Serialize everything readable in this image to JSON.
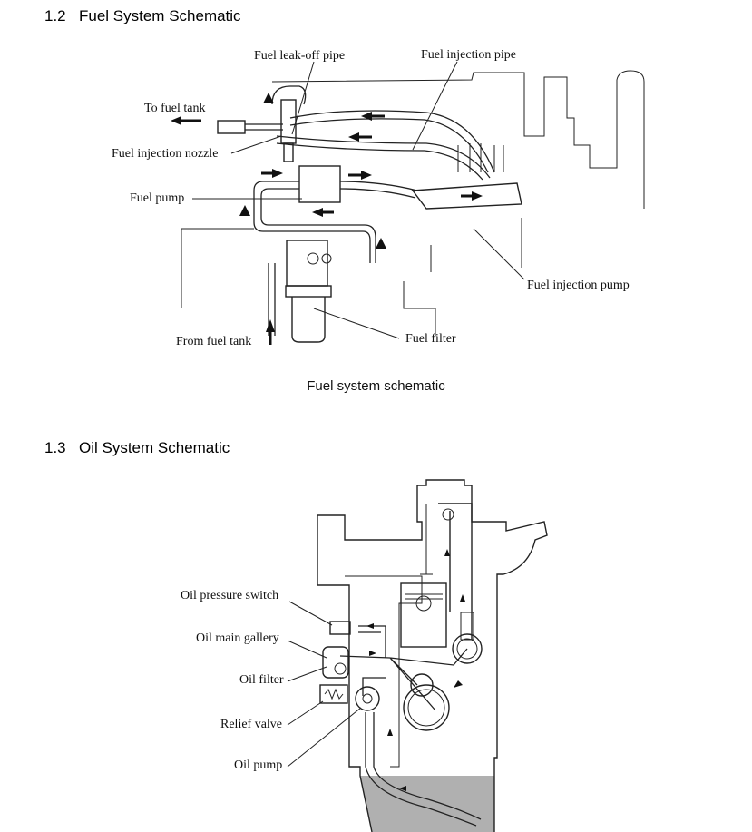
{
  "sections": {
    "fuel": {
      "number": "1.2",
      "title": "Fuel System Schematic",
      "caption": "Fuel system schematic",
      "labels": {
        "leak_off_pipe": "Fuel leak-off pipe",
        "injection_pipe": "Fuel injection pipe",
        "to_tank": "To fuel tank",
        "injection_nozzle": "Fuel injection nozzle",
        "fuel_pump": "Fuel pump",
        "injection_pump": "Fuel injection pump",
        "from_tank": "From fuel tank",
        "fuel_filter": "Fuel filter"
      }
    },
    "oil": {
      "number": "1.3",
      "title": "Oil System Schematic",
      "labels": {
        "pressure_switch": "Oil pressure switch",
        "main_gallery": "Oil main gallery",
        "oil_filter": "Oil filter",
        "relief_valve": "Relief valve",
        "oil_pump": "Oil pump"
      }
    }
  }
}
